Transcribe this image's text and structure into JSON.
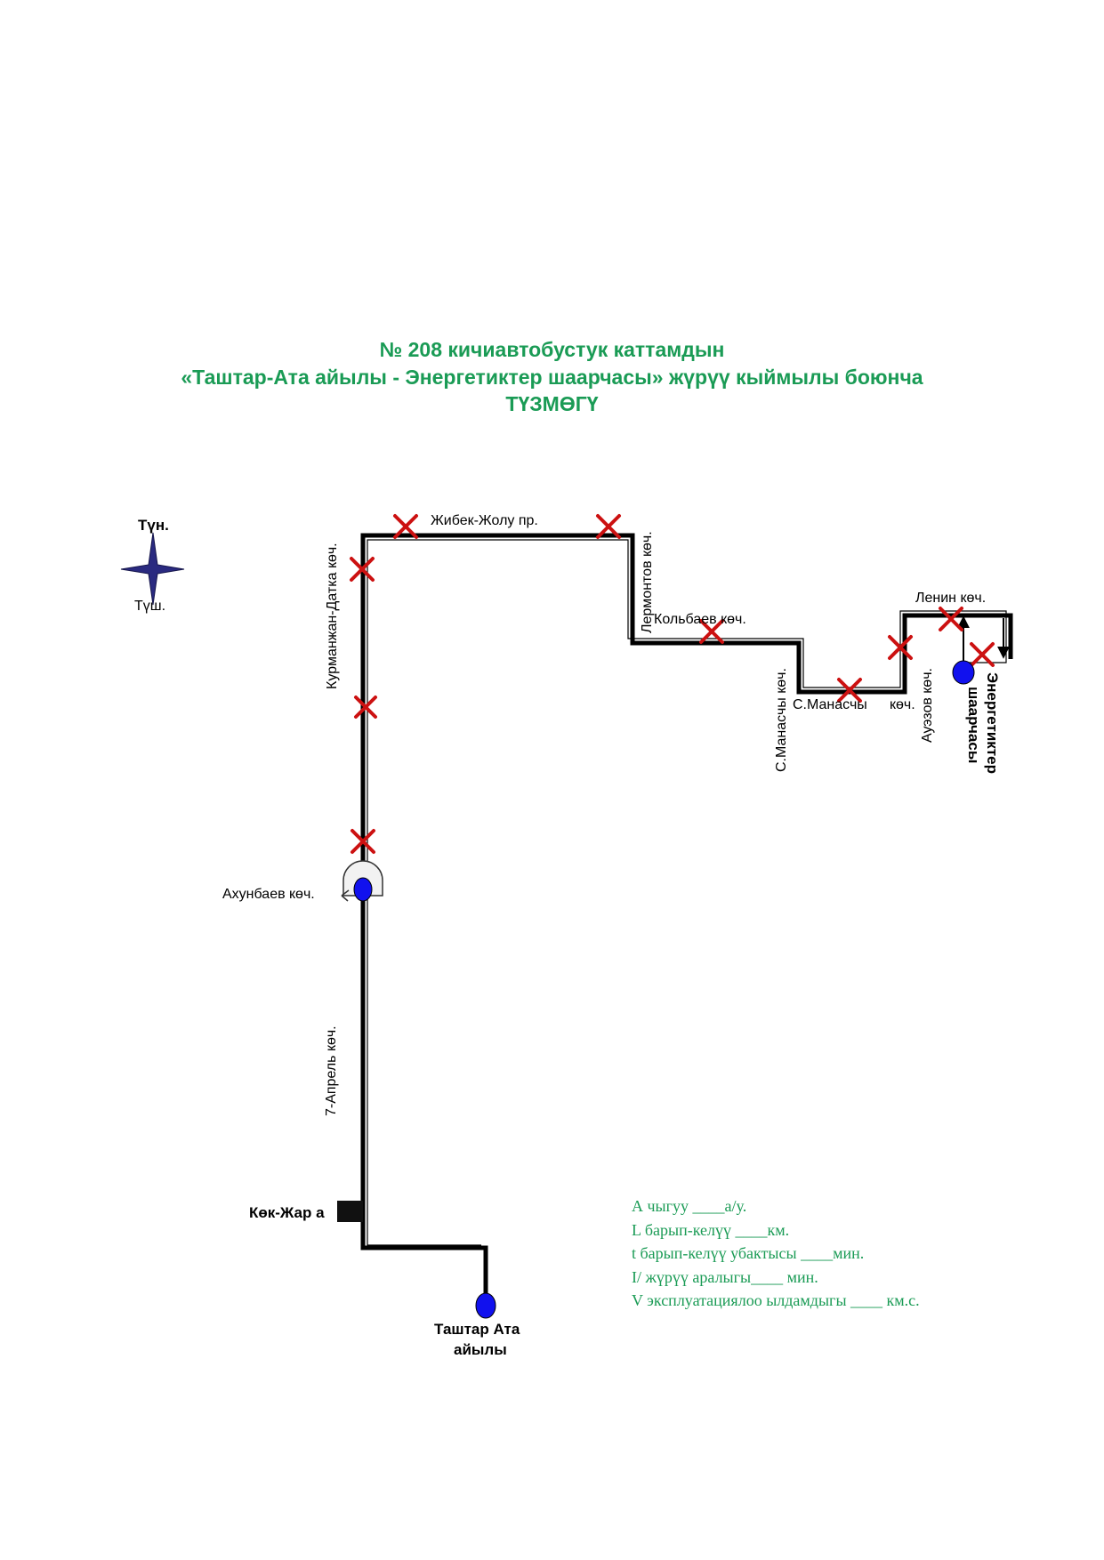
{
  "title": {
    "line1": "№ 208  кичиавтобустук каттамдын",
    "line2": "«Таштар-Ата айылы  - Энергетиктер шаарчасы»  жүрүү кыймылы боюнча",
    "line3": "ТҮЗМӨГҮ"
  },
  "compass": {
    "north": "Түн.",
    "south": "Түш."
  },
  "streets": {
    "zhibek_zholu": "Жибек-Жолу пр.",
    "kurmanzhan": "Курманжан-Датка  көч.",
    "lermontov": "Лермонтов көч.",
    "kolbaev": "Кольбаев көч.",
    "s_manaschy_v": "С.Манасчы көч.",
    "s_manaschy_h": "С.Манасчы",
    "s_manaschy_h_suffix": "көч.",
    "auezov": "Ауэзов көч.",
    "lenin": "Ленин көч.",
    "akhunbaev": "Ахунбаев көч.",
    "april7": "7-Апрель көч."
  },
  "places": {
    "kok_zhar": "Көк-Жар а",
    "terminal_start_1": "Таштар Ата",
    "terminal_start_2": "айылы",
    "terminal_end_1": "Энергетиктер",
    "terminal_end_2": "шаарчасы"
  },
  "legend": {
    "a": "А чыгуу ____а/у.",
    "l": "L барып-келүү  ____км.",
    "t": "t барып-келүү убактысы ____мин.",
    "i": "I/ жүрүү аралыгы____ мин.",
    "v": "V эксплуатациялоо ылдамдыгы ____ км.с."
  },
  "colors": {
    "title": "#1a9b55",
    "route": "#000000",
    "stop_marker": "#cc1111",
    "terminal": "#1111ee",
    "compass": "#2a2a80"
  },
  "icons": [
    "compass-icon",
    "stop-cross-icon",
    "terminal-stop-icon",
    "turnaround-icon",
    "bus-stop-square-icon",
    "direction-arrow-icon"
  ]
}
